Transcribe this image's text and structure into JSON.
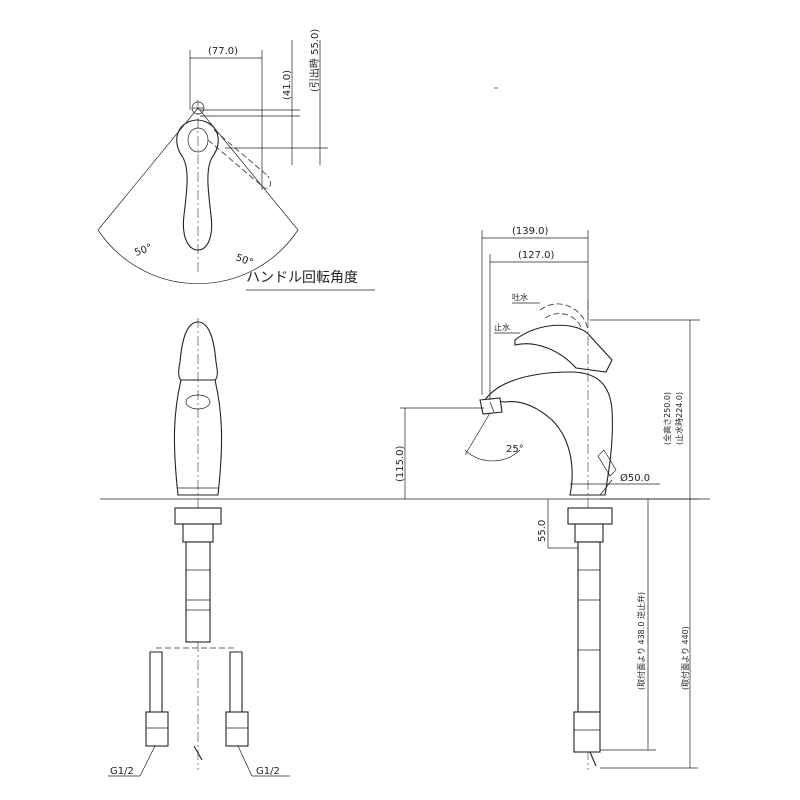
{
  "top_view": {
    "width_dim": "(77.0)",
    "offset_dim": "(41.0)",
    "spout_dim": "(引出時 55.0)",
    "angle_left": "50°",
    "angle_right": "50°",
    "caption": "ハンドル回転角度"
  },
  "side_view": {
    "length_total": "(139.0)",
    "length_spout": "(127.0)",
    "label_water_on": "吐水",
    "label_water_off": "止水",
    "height_total": "(全高さ250.0)",
    "height_off": "(止水時224.0)",
    "spout_height": "(115.0)",
    "tilt_angle": "25°",
    "base_diameter": "Ø50.0",
    "shank_dim": "55.0",
    "hose_length": "(取付面より 438.0 逆止弁)",
    "total_length": "(取付面より 440)"
  },
  "front_view": {
    "thread_left": "G1/2",
    "thread_right": "G1/2"
  }
}
